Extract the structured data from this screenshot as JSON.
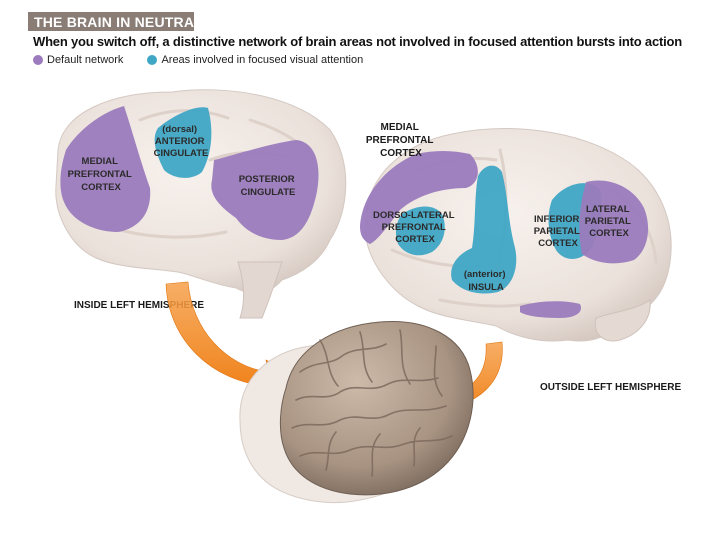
{
  "header": {
    "title": "THE BRAIN IN NEUTRAL",
    "subtitle": "When you switch off, a distinctive network of brain areas not involved in focused attention bursts into action"
  },
  "legend": {
    "default_label": "Default network",
    "attention_label": "Areas involved in focused visual attention",
    "default_color": "#9b7bbd",
    "attention_color": "#3fa7c5"
  },
  "inside": {
    "medial_prefrontal": [
      "MEDIAL",
      "PREFRONTAL",
      "CORTEX"
    ],
    "anterior_cingulate": [
      "(dorsal)",
      "ANTERIOR",
      "CINGULATE"
    ],
    "posterior_cingulate": [
      "POSTERIOR",
      "CINGULATE"
    ],
    "caption": "INSIDE LEFT HEMISPHERE"
  },
  "outside": {
    "medial_prefrontal": [
      "MEDIAL",
      "PREFRONTAL",
      "CORTEX"
    ],
    "dorsolateral": [
      "DORSO-LATERAL",
      "PREFRONTAL",
      "CORTEX"
    ],
    "insula": [
      "(anterior)",
      "INSULA"
    ],
    "inferior_parietal": [
      "INFERIOR",
      "PARIETAL",
      "CORTEX"
    ],
    "lateral_parietal": [
      "LATERAL",
      "PARIETAL",
      "CORTEX"
    ],
    "caption": "OUTSIDE LEFT HEMISPHERE"
  },
  "colors": {
    "brain_light": "#efe7e2",
    "brain_shadow": "#d8ccc6",
    "real_brain": "#b9a493",
    "arrow": "#f0861e"
  }
}
